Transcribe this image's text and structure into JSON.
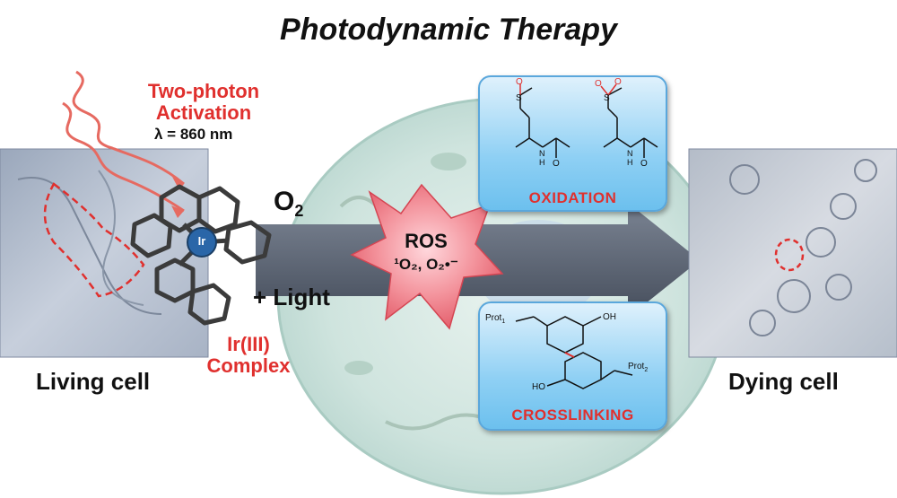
{
  "title": "Photodynamic Therapy",
  "activation": {
    "line1": "Two-photon",
    "line2": "Activation",
    "wavelength": "λ = 860 nm"
  },
  "complex": {
    "metal": "Ir",
    "line1": "Ir(III)",
    "line2": "Complex"
  },
  "oxygen": {
    "symbol": "O",
    "subscript": "2"
  },
  "light": "+ Light",
  "ros": {
    "title": "ROS",
    "species": "¹O₂, O₂•⁻"
  },
  "labels": {
    "living": "Living cell",
    "dying": "Dying cell"
  },
  "oxidation": {
    "title": "OXIDATION",
    "atoms": {
      "s": "S",
      "o": "O",
      "n": "N",
      "h": "H"
    }
  },
  "crosslinking": {
    "title": "CROSSLINKING",
    "prot1": "Prot",
    "prot1_sub": "1",
    "prot2": "Prot",
    "prot2_sub": "2",
    "oh": "OH",
    "ho": "HO"
  },
  "colors": {
    "accent_red": "#e0302e",
    "arrow_gray": "#5d6675",
    "box_blue": "#7fc9f2",
    "star_fill": "#ef7f8a"
  }
}
